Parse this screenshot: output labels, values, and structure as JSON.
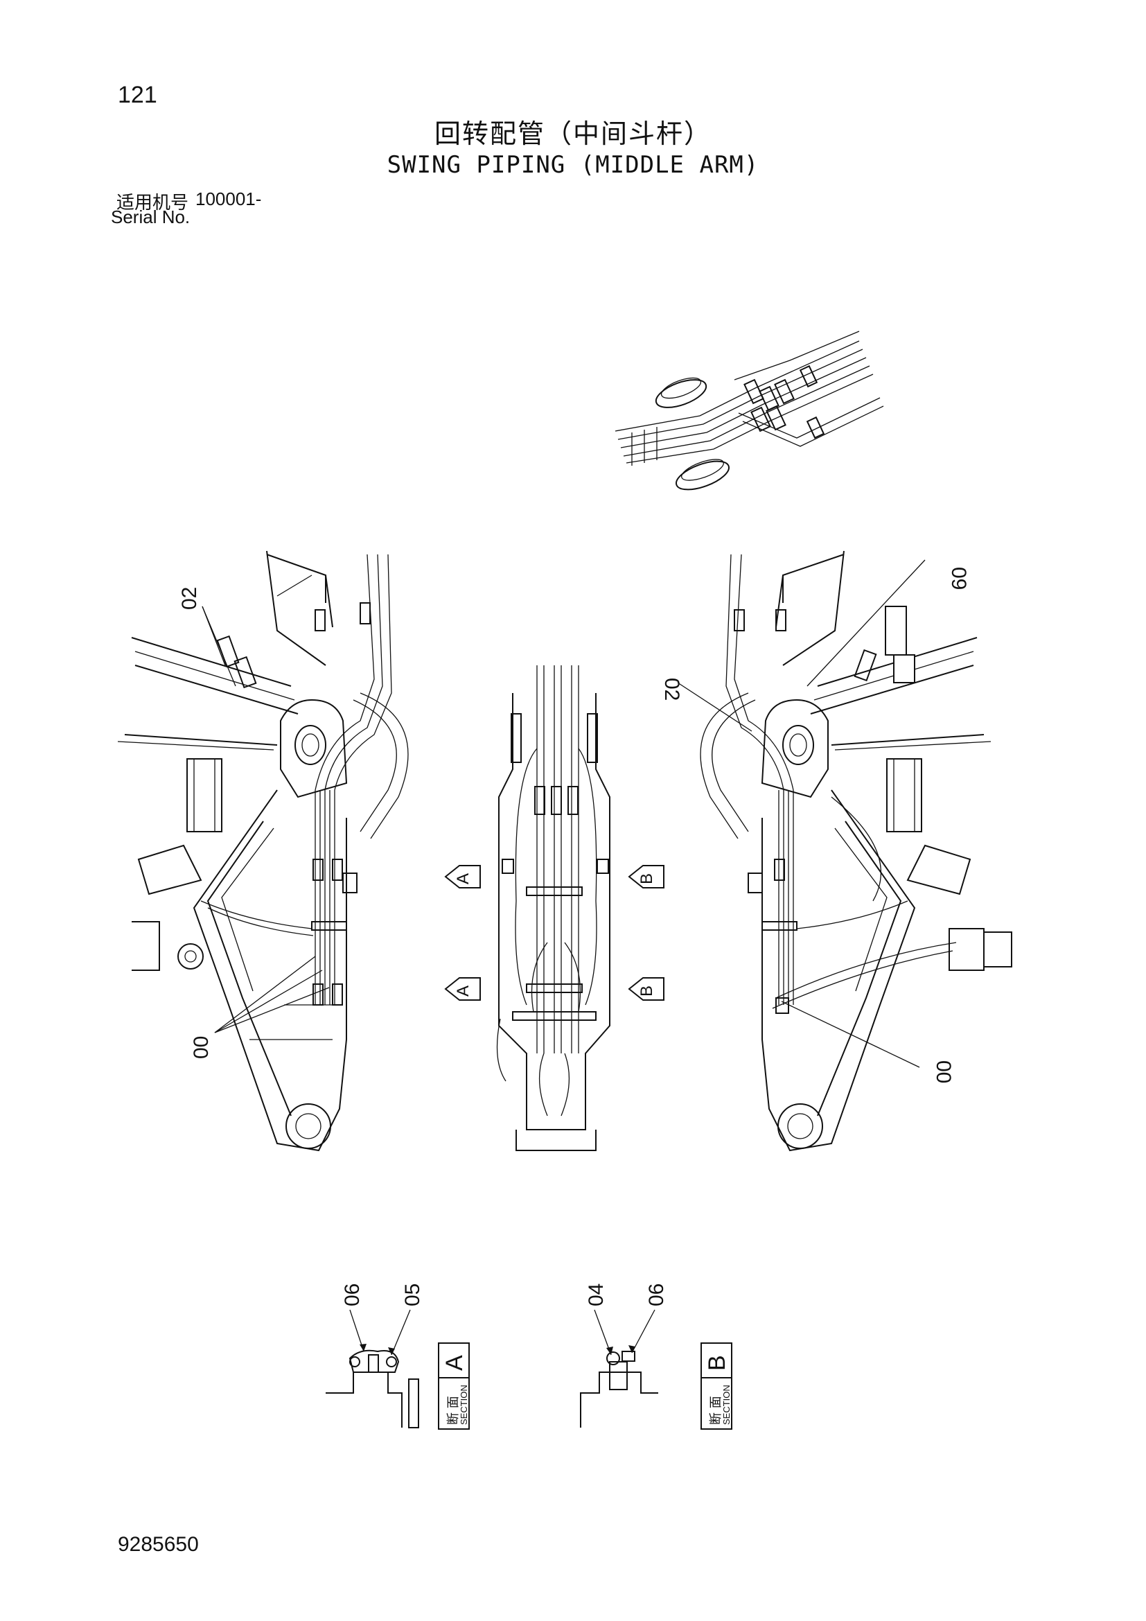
{
  "header": {
    "page_number": "121",
    "title_cn": "回转配管（中间斗杆）",
    "title_en": "SWING PIPING (MIDDLE ARM)",
    "serial_label_cn": "适用机号",
    "serial_value": "100001-",
    "serial_label_en": "Serial No."
  },
  "callouts": {
    "left_view_top": "02",
    "left_view_bottom": "00",
    "right_view_top": "09",
    "right_view_mid": "02",
    "right_view_bottom": "00"
  },
  "section_arrows": {
    "a_upper": "A",
    "a_lower": "A",
    "b_upper": "B",
    "b_lower": "B"
  },
  "sections": {
    "a": {
      "left_part": "06",
      "right_part": "05",
      "letter": "A",
      "cn": "断 面",
      "en": "SECTION"
    },
    "b": {
      "left_part": "04",
      "right_part": "06",
      "letter": "B",
      "cn": "断 面",
      "en": "SECTION"
    }
  },
  "footer": {
    "doc_number": "9285650"
  }
}
